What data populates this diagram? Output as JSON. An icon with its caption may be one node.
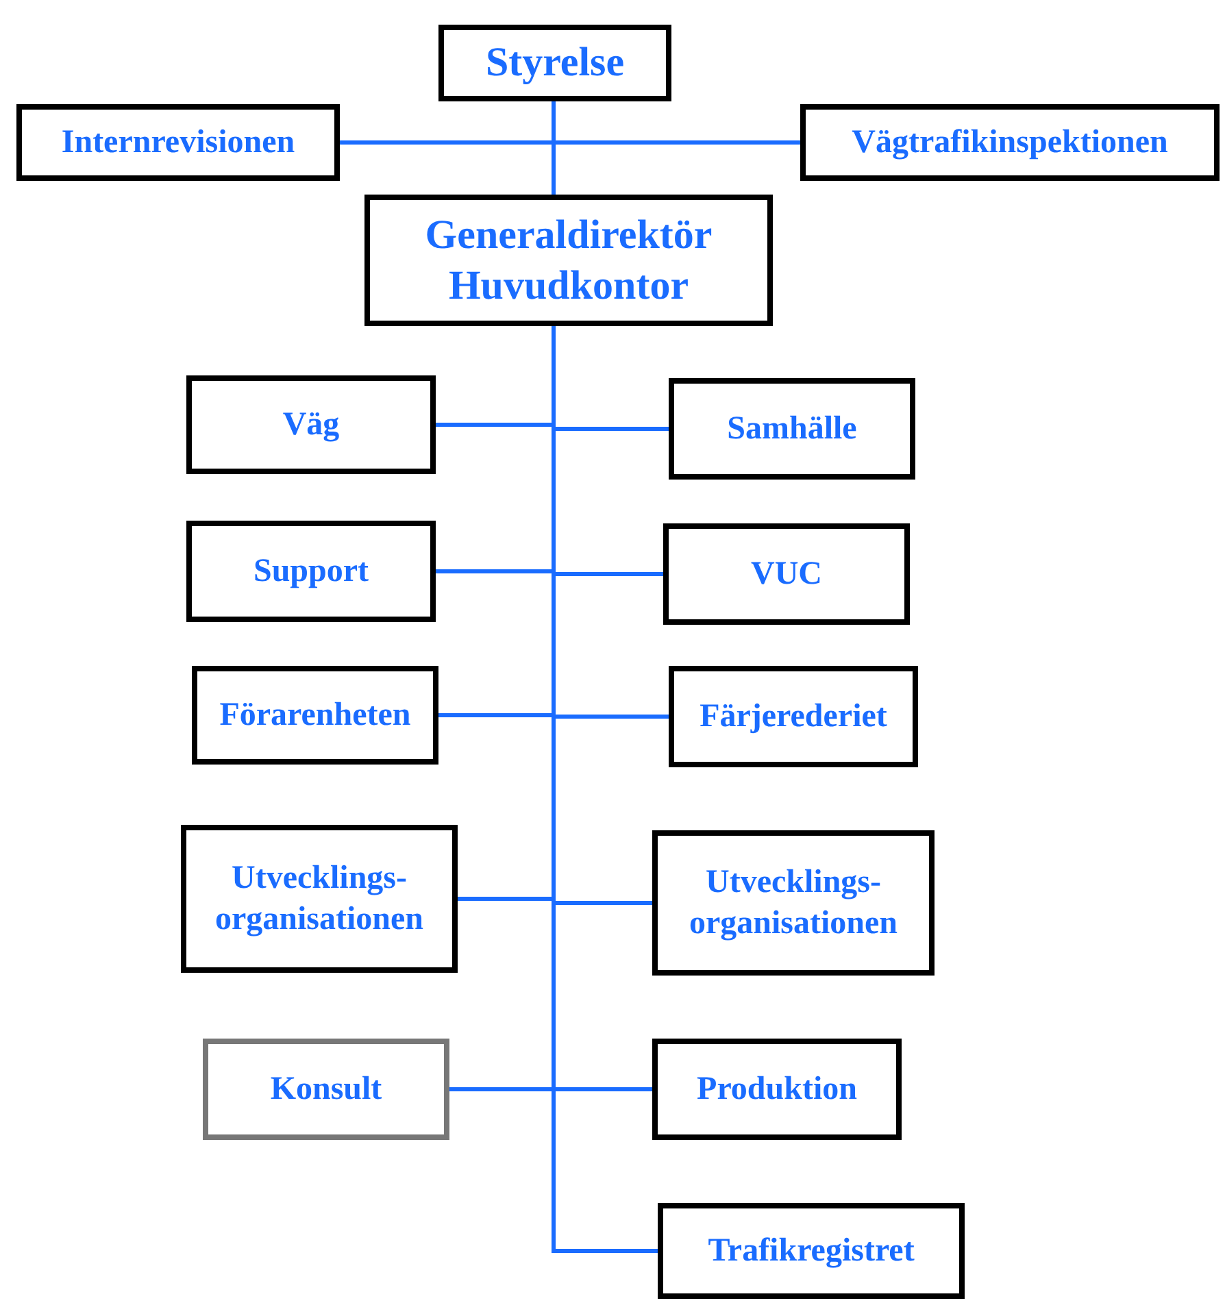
{
  "diagram": {
    "nodes": [
      {
        "text": [
          "Styrelse"
        ]
      },
      {
        "text": [
          "Internrevisionen"
        ]
      },
      {
        "text": [
          "Vägtrafikinspektionen"
        ]
      },
      {
        "text": [
          "Generaldirektör Huvudkontor"
        ]
      },
      {
        "text": [
          "Väg"
        ]
      },
      {
        "text": [
          "Samhälle"
        ]
      },
      {
        "text": [
          "Support"
        ]
      },
      {
        "text": [
          "VUC"
        ]
      },
      {
        "text": [
          "Förarenheten"
        ]
      },
      {
        "text": [
          "Färjerederiet"
        ]
      },
      {
        "text": [
          "Utvecklings- organisationen"
        ]
      },
      {
        "text": [
          "Utvecklings- organisationen"
        ]
      },
      {
        "text": [
          "Konsult"
        ]
      },
      {
        "text": [
          "Produktion"
        ]
      },
      {
        "text": [
          "Trafikregistret"
        ]
      }
    ],
    "edges": [
      {
        "from": 0,
        "to": 1,
        "arrow": "none"
      },
      {
        "from": 0,
        "to": 2,
        "arrow": "none"
      },
      {
        "from": 0,
        "to": 3,
        "arrow": "none"
      },
      {
        "from": 3,
        "to": 4,
        "arrow": "none"
      },
      {
        "from": 3,
        "to": 5,
        "arrow": "none"
      },
      {
        "from": 3,
        "to": 6,
        "arrow": "none"
      },
      {
        "from": 3,
        "to": 7,
        "arrow": "none"
      },
      {
        "from": 3,
        "to": 8,
        "arrow": "none"
      },
      {
        "from": 3,
        "to": 9,
        "arrow": "none"
      },
      {
        "from": 3,
        "to": 10,
        "arrow": "none"
      },
      {
        "from": 3,
        "to": 11,
        "arrow": "none"
      },
      {
        "from": 3,
        "to": 12,
        "arrow": "none"
      },
      {
        "from": 3,
        "to": 13,
        "arrow": "none"
      },
      {
        "from": 3,
        "to": 14,
        "arrow": "none"
      }
    ]
  }
}
